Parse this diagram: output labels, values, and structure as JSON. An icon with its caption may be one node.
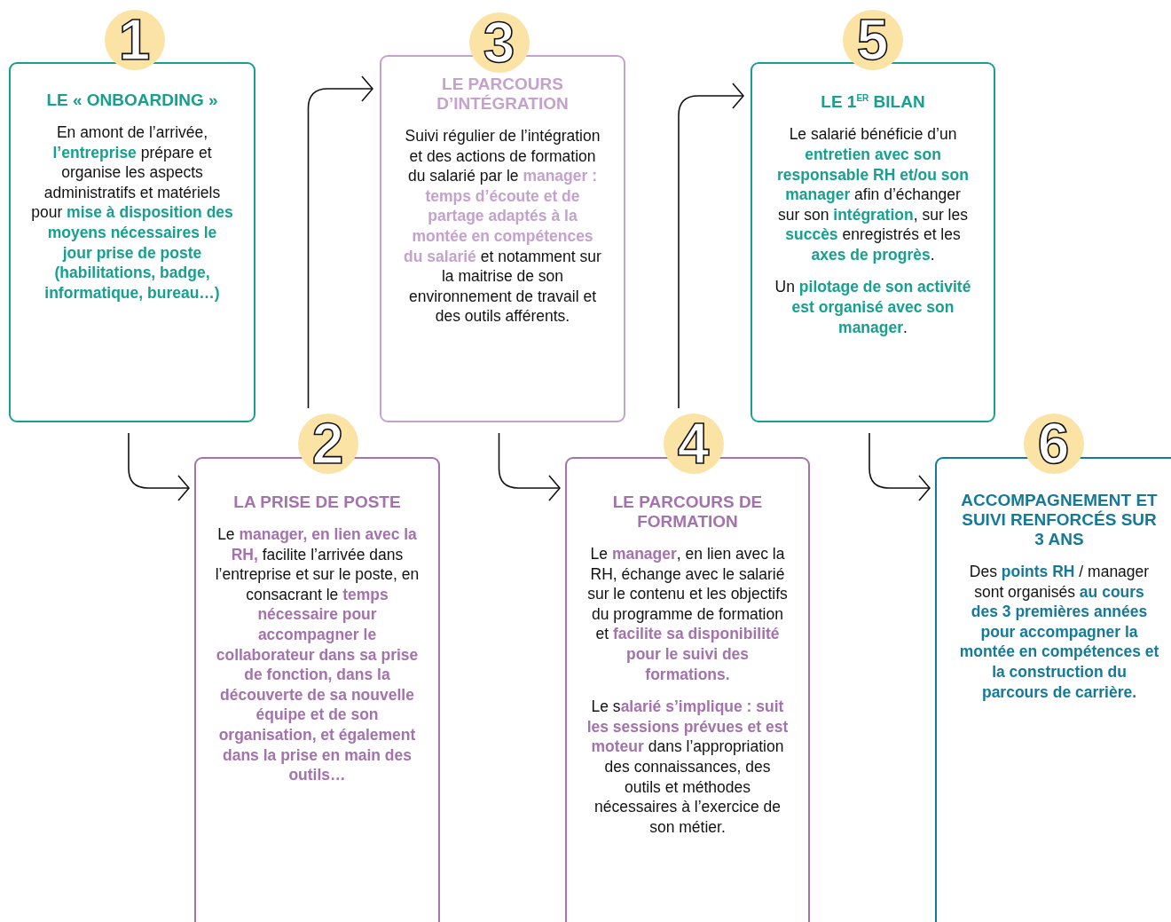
{
  "diagram": {
    "nodes": [
      {
        "text": [
          "1",
          "LE « ONBOARDING »",
          "En amont de l’arrivée, **l’entreprise** prépare et organise les aspects administratifs et matériels pour **mise à disposition des moyens nécessaires le jour prise de poste (habilitations, badge, informatique, bureau…)**"
        ]
      },
      {
        "text": [
          "2",
          "LA PRISE DE POSTE",
          "Le **manager, en lien avec la RH,** facilite l’arrivée dans l’entreprise et sur le poste, en consacrant le **temps nécessaire pour accompagner le collaborateur dans sa prise de fonction, dans la découverte de sa nouvelle équipe et de son organisation, et également dans la prise en main des outils…**"
        ]
      },
      {
        "text": [
          "3",
          "LE PARCOURS D’INTÉGRATION",
          "Suivi régulier de l’intégration et des actions de formation du salarié par le **manager : temps d’écoute et de partage adaptés à la montée en compétences du salarié** et notamment sur la maitrise de son environnement de travail et des outils afférents."
        ]
      },
      {
        "text": [
          "4",
          "LE PARCOURS DE FORMATION",
          "Le **manager**, en lien avec la RH, échange avec le salarié sur le contenu et les objectifs du programme de formation et **facilite sa disponibilité pour le suivi des formations.**",
          "Le s**alarié s’implique : suit les sessions prévues et est moteur** dans l’appropriation des connaissances, des outils et méthodes nécessaires à l’exercice de son métier."
        ]
      },
      {
        "text": [
          "5",
          "LE 1$^{ER}$ BILAN",
          "Le salarié bénéficie d’un **entretien avec son responsable RH et/ou son manager** afin d’échanger sur son **intégration**, sur les **succès** enregistrés et les **axes de progrès**.",
          "Un **pilotage de son activité est organisé avec son manager**."
        ]
      },
      {
        "text": [
          "6",
          "ACCOMPAGNEMENT ET SUIVI RENFORCÉS SUR 3 ANS",
          "Des **points RH** / manager sont organisés **au cours des 3 premières années pour accompagner la montée en compétences et la construction du parcours de carrière.**"
        ]
      }
    ],
    "edges": [
      {
        "from": 0,
        "to": 1,
        "arrow": "to"
      },
      {
        "from": 1,
        "to": 2,
        "arrow": "to"
      },
      {
        "from": 2,
        "to": 3,
        "arrow": "to"
      },
      {
        "from": 3,
        "to": 4,
        "arrow": "to"
      },
      {
        "from": 4,
        "to": 5,
        "arrow": "to"
      }
    ]
  }
}
